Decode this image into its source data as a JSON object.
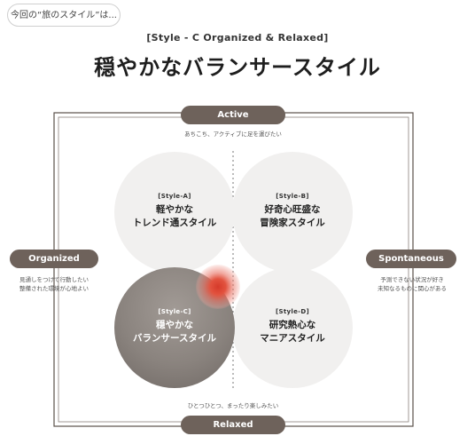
{
  "badge": {
    "label": "今回の“旅のスタイル”は..."
  },
  "header": {
    "subtitle": "[Style - C Organized & Relaxed]",
    "title": "穏やかなバランサースタイル"
  },
  "axes": {
    "top": {
      "label": "Active",
      "caption": "あちこち、アクティブに足を運びたい"
    },
    "bottom": {
      "label": "Relaxed",
      "caption": "ひとつひとつ、まったり楽しみたい"
    },
    "left": {
      "label": "Organized",
      "caption_line1": "見通しをつけて行動したい",
      "caption_line2": "整備された環境が心地よい"
    },
    "right": {
      "label": "Spontaneous",
      "caption_line1": "予測できない状況が好き",
      "caption_line2": "未知なるものに関心がある"
    }
  },
  "styles": [
    {
      "tag": "[Style-A]",
      "line1": "軽やかな",
      "line2": "トレンド通スタイル"
    },
    {
      "tag": "[Style-B]",
      "line1": "好奇心旺盛な",
      "line2": "冒険家スタイル"
    },
    {
      "tag": "[Style-C]",
      "line1": "穏やかな",
      "line2": "バランサースタイル"
    },
    {
      "tag": "[Style-D]",
      "line1": "研究熱心な",
      "line2": "マニアスタイル"
    }
  ],
  "colors": {
    "pill": "#6e625b",
    "circle_light": "#f1f0ef",
    "circle_selected": "#8a837e",
    "marker": "#d63a2a"
  }
}
